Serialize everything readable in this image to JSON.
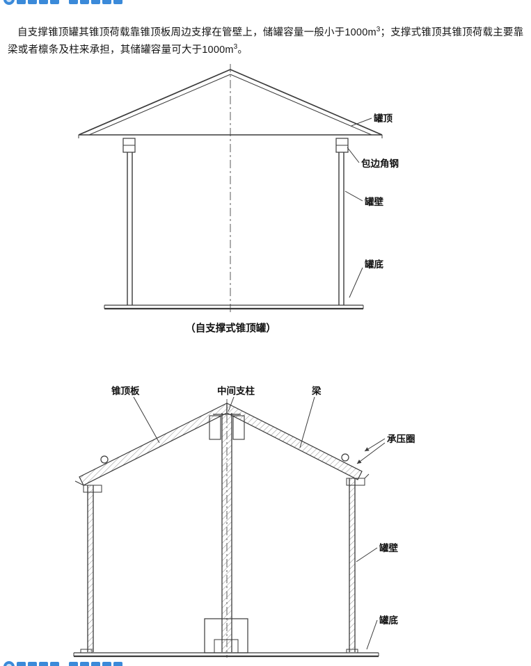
{
  "colors": {
    "watermark_blue": "#3b8ad9",
    "drawing_line": "#3a3a3a",
    "text": "#151515"
  },
  "intro": {
    "seg1": "自支撑锥顶罐其锥顶荷载靠锥顶板周边支撑在管壁上，储罐容量一般小于1000m",
    "sup1": "3",
    "seg2": "；支撑式锥顶其锥顶荷载主要靠梁或者檩条及柱来承担，其储罐容量可大于1000m",
    "sup2": "3",
    "seg3": "。"
  },
  "fig1": {
    "label_roof": "罐顶",
    "label_edge_angle": "包边角钢",
    "label_wall": "罐壁",
    "label_bottom": "罐底",
    "caption": "（自支撑式锥顶罐）"
  },
  "fig2": {
    "label_cone_plate": "锥顶板",
    "label_center_column": "中间支柱",
    "label_beam": "梁",
    "label_pressure_ring": "承压圈",
    "label_wall": "罐壁",
    "label_bottom": "罐底"
  }
}
